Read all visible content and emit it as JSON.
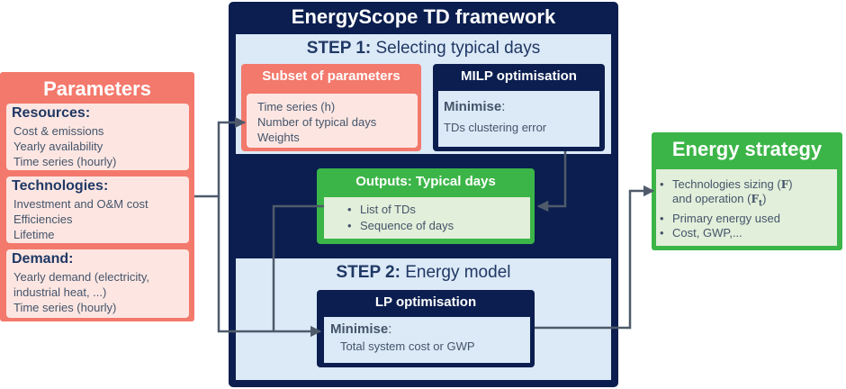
{
  "parameters": {
    "title": "Parameters",
    "groups": [
      {
        "heading": "Resources:",
        "lines": [
          "Cost & emissions",
          "Yearly availability",
          "Time series (hourly)"
        ]
      },
      {
        "heading": "Technologies:",
        "lines": [
          "Investment and O&M cost",
          "Efficiencies",
          "Lifetime"
        ]
      },
      {
        "heading": "Demand:",
        "lines": [
          "Yearly demand (electricity,",
          "industrial heat, ...)",
          "Time series (hourly)"
        ]
      }
    ]
  },
  "framework": {
    "title": "EnergyScope TD framework",
    "step1": {
      "prefix": "STEP 1:",
      "label": " Selecting typical days",
      "subset": {
        "title": "Subset of parameters",
        "lines": [
          "Time series (h)",
          "Number of typical days",
          "Weights"
        ]
      },
      "milp": {
        "title": "MILP optimisation",
        "minimise": "Minimise",
        "colon": ":",
        "text": "TDs clustering error"
      }
    },
    "outputs": {
      "title": "Outputs: Typical days",
      "items": [
        "List of TDs",
        "Sequence of days"
      ]
    },
    "step2": {
      "prefix": "STEP 2:",
      "label": " Energy model",
      "lp": {
        "title": "LP optimisation",
        "minimise": "Minimise",
        "colon": ":",
        "text": "Total system cost or GWP"
      }
    }
  },
  "strategy": {
    "title": "Energy strategy",
    "items": [
      {
        "l1": "Technologies sizing (",
        "s1": "F",
        "l2": ")"
      },
      {
        "l1": "and operation (",
        "s1": "F",
        "sub": "t",
        "l2": ")"
      },
      {
        "l1": "Primary energy used"
      },
      {
        "l1": "Cost, GWP,..."
      }
    ],
    "bullet": "•"
  },
  "colors": {
    "navy": "#0b1e4f",
    "salmon": "#f3796c",
    "green": "#3cb548",
    "light_blue": "#dce9f7",
    "light_pink": "#fde6e2",
    "light_green": "#e2efda",
    "arrow": "#4f5b6b"
  }
}
